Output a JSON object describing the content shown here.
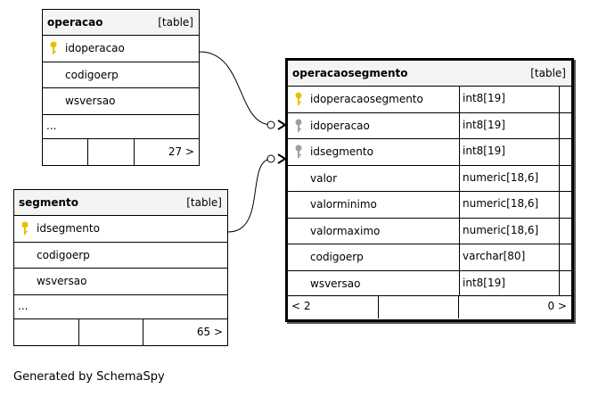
{
  "tables": {
    "operacao": {
      "name": "operacao",
      "kind": "[table]",
      "columns": [
        {
          "name": "idoperacao",
          "key": "primary-key-icon"
        },
        {
          "name": "codigoerp"
        },
        {
          "name": "wsversao"
        }
      ],
      "more": "...",
      "footer_count": "27 >"
    },
    "segmento": {
      "name": "segmento",
      "kind": "[table]",
      "columns": [
        {
          "name": "idsegmento",
          "key": "primary-key-icon"
        },
        {
          "name": "codigoerp"
        },
        {
          "name": "wsversao"
        }
      ],
      "more": "...",
      "footer_count": "65 >"
    },
    "operacaosegmento": {
      "name": "operacaosegmento",
      "kind": "[table]",
      "columns": [
        {
          "name": "idoperacaosegmento",
          "type": "int8[19]",
          "key": "primary-key-icon"
        },
        {
          "name": "idoperacao",
          "type": "int8[19]",
          "key": "foreign-key-icon"
        },
        {
          "name": "idsegmento",
          "type": "int8[19]",
          "key": "foreign-key-icon"
        },
        {
          "name": "valor",
          "type": "numeric[18,6]"
        },
        {
          "name": "valorminimo",
          "type": "numeric[18,6]"
        },
        {
          "name": "valormaximo",
          "type": "numeric[18,6]"
        },
        {
          "name": "codigoerp",
          "type": "varchar[80]"
        },
        {
          "name": "wsversao",
          "type": "int8[19]"
        }
      ],
      "footer_parents": "< 2",
      "footer_count": "0 >"
    }
  },
  "colors": {
    "primary_key": "#e6c200",
    "foreign_key": "#9e9e9e",
    "header_bg": "#f4f4f4"
  },
  "generated_by": "Generated by SchemaSpy"
}
